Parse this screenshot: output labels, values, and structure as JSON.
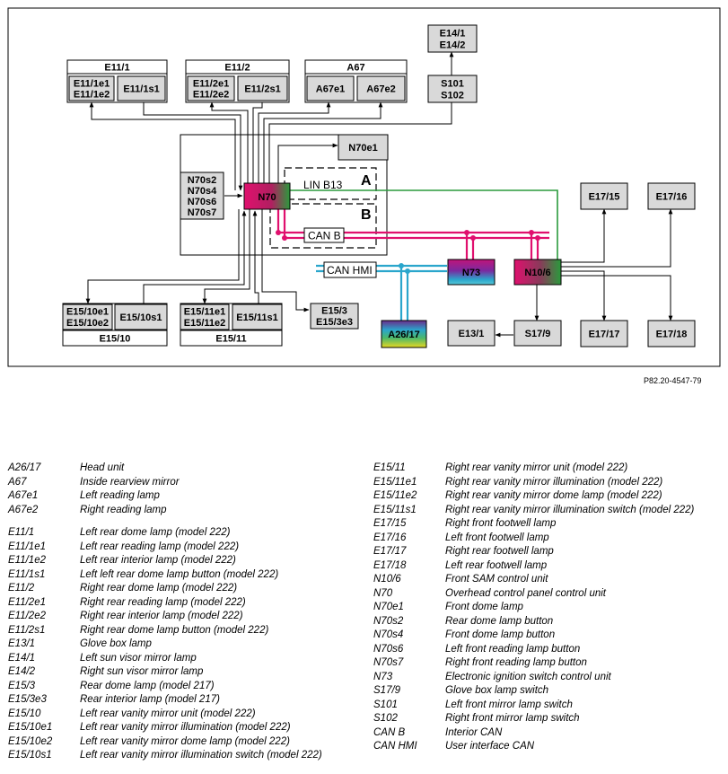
{
  "diagram": {
    "reference": "P82.20-4547-79",
    "groups": {
      "e11_1": "E11/1",
      "e11_2": "E11/2",
      "a67": "A67",
      "e15_10": "E15/10",
      "e15_11": "E15/11"
    },
    "boxes": {
      "e11_1e1": "E11/1e1",
      "e11_1e2": "E11/1e2",
      "e11_1s1": "E11/1s1",
      "e11_2e1": "E11/2e1",
      "e11_2e2": "E11/2e2",
      "e11_2s1": "E11/2s1",
      "a67e1": "A67e1",
      "a67e2": "A67e2",
      "e14_1": "E14/1",
      "e14_2": "E14/2",
      "s101": "S101",
      "s102": "S102",
      "n70e1": "N70e1",
      "n70s2": "N70s2",
      "n70s4": "N70s4",
      "n70s6": "N70s6",
      "n70s7": "N70s7",
      "n70": "N70",
      "n73": "N73",
      "n10_6": "N10/6",
      "a26_17": "A26/17",
      "e13_1": "E13/1",
      "s17_9": "S17/9",
      "e17_15": "E17/15",
      "e17_16": "E17/16",
      "e17_17": "E17/17",
      "e17_18": "E17/18",
      "e15_10e1": "E15/10e1",
      "e15_10e2": "E15/10e2",
      "e15_10s1": "E15/10s1",
      "e15_11e1": "E15/11e1",
      "e15_11e2": "E15/11e2",
      "e15_11s1": "E15/11s1",
      "e15_3": "E15/3",
      "e15_3e3": "E15/3e3"
    },
    "labels": {
      "lin_b13": "LIN B13",
      "can_b": "CAN B",
      "can_hmi": "CAN HMI",
      "a": "A",
      "b": "B"
    },
    "colors": {
      "can_b_line": "#e0106e",
      "can_hmi_line": "#2aa6cc",
      "lin_line": "#2a9a3c",
      "box_fill": "#d9d9d9"
    }
  },
  "legend": {
    "left": [
      {
        "code": "A26/17",
        "desc": "Head unit"
      },
      {
        "code": "A67",
        "desc": "Inside rearview mirror"
      },
      {
        "code": "A67e1",
        "desc": "Left reading lamp"
      },
      {
        "code": "A67e2",
        "desc": "Right reading lamp"
      },
      {
        "code": "E11/1",
        "desc": "Left rear dome lamp (model 222)"
      },
      {
        "code": "E11/1e1",
        "desc": "Left rear reading lamp (model 222)"
      },
      {
        "code": "E11/1e2",
        "desc": "Left rear interior lamp (model 222)"
      },
      {
        "code": "E11/1s1",
        "desc": "Left left rear dome lamp button (model 222)"
      },
      {
        "code": "E11/2",
        "desc": "Right rear dome lamp (model 222)"
      },
      {
        "code": "E11/2e1",
        "desc": "Right rear reading lamp (model 222)"
      },
      {
        "code": "E11/2e2",
        "desc": "Right rear interior lamp (model 222)"
      },
      {
        "code": "E11/2s1",
        "desc": "Right rear dome lamp button (model 222)"
      },
      {
        "code": "E13/1",
        "desc": "Glove box lamp"
      },
      {
        "code": "E14/1",
        "desc": "Left sun visor mirror lamp"
      },
      {
        "code": "E14/2",
        "desc": "Right sun visor mirror lamp"
      },
      {
        "code": "E15/3",
        "desc": "Rear dome lamp (model 217)"
      },
      {
        "code": "E15/3e3",
        "desc": "Rear interior lamp (model 217)"
      },
      {
        "code": "E15/10",
        "desc": "Left rear vanity mirror unit (model 222)"
      },
      {
        "code": "E15/10e1",
        "desc": "Left rear vanity mirror illumination (model 222)"
      },
      {
        "code": "E15/10e2",
        "desc": "Left rear vanity mirror dome lamp (model 222)"
      },
      {
        "code": "E15/10s1",
        "desc": "Left rear vanity mirror illumination switch (model 222)"
      }
    ],
    "right": [
      {
        "code": "E15/11",
        "desc": "Right rear vanity mirror unit (model 222)"
      },
      {
        "code": "E15/11e1",
        "desc": "Right rear vanity mirror illumination (model 222)"
      },
      {
        "code": "E15/11e2",
        "desc": "Right rear vanity mirror dome lamp (model 222)"
      },
      {
        "code": "E15/11s1",
        "desc": "Right rear vanity mirror illumination switch (model 222)"
      },
      {
        "code": "E17/15",
        "desc": "Right front footwell lamp"
      },
      {
        "code": "E17/16",
        "desc": "Left front footwell lamp"
      },
      {
        "code": "E17/17",
        "desc": "Right rear footwell lamp"
      },
      {
        "code": "E17/18",
        "desc": "Left rear footwell lamp"
      },
      {
        "code": "N10/6",
        "desc": "Front SAM control unit"
      },
      {
        "code": "N70",
        "desc": "Overhead control panel control unit"
      },
      {
        "code": "N70e1",
        "desc": "Front dome lamp"
      },
      {
        "code": "N70s2",
        "desc": "Rear dome lamp button"
      },
      {
        "code": "N70s4",
        "desc": "Front dome lamp button"
      },
      {
        "code": "N70s6",
        "desc": "Left front reading lamp button"
      },
      {
        "code": "N70s7",
        "desc": "Right front reading lamp button"
      },
      {
        "code": "N73",
        "desc": "Electronic ignition switch control unit"
      },
      {
        "code": "S17/9",
        "desc": "Glove box lamp switch"
      },
      {
        "code": "S101",
        "desc": "Left front mirror lamp switch"
      },
      {
        "code": "S102",
        "desc": "Right front mirror lamp switch"
      },
      {
        "code": "CAN B",
        "desc": "Interior CAN"
      },
      {
        "code": "CAN HMI",
        "desc": "User interface CAN"
      }
    ]
  }
}
